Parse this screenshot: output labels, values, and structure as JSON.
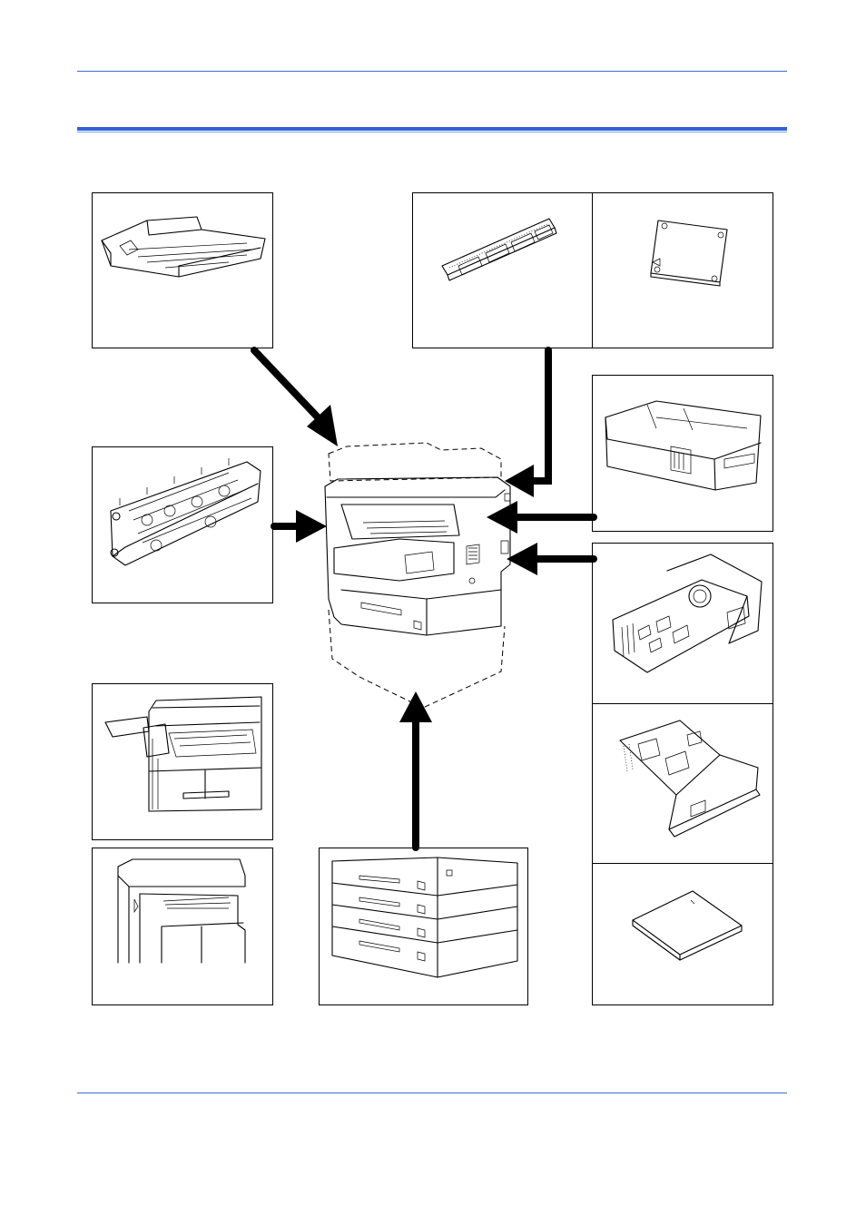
{
  "page": {
    "header_text": "",
    "section_title": "",
    "footer_text": ""
  },
  "diagram": {
    "options": [
      {
        "id": "document-processor"
      },
      {
        "id": "memory-module"
      },
      {
        "id": "hard-disk"
      },
      {
        "id": "printer-kit"
      },
      {
        "id": "duplex-unit"
      },
      {
        "id": "fax-kit"
      },
      {
        "id": "network-interface-card"
      },
      {
        "id": "compact-flash-card"
      },
      {
        "id": "finisher"
      },
      {
        "id": "job-separator"
      },
      {
        "id": "paper-feeder"
      }
    ]
  }
}
